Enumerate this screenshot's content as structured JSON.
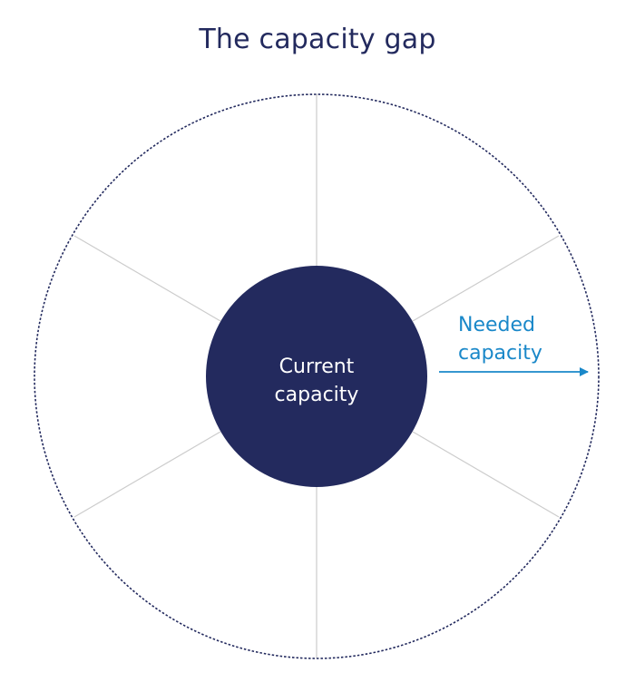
{
  "title": "The capacity gap",
  "center": {
    "line1": "Current",
    "line2": "capacity"
  },
  "needed": {
    "line1": "Needed",
    "line2": "capacity"
  },
  "colors": {
    "title": "#232a5e",
    "center_fill": "#232a5e",
    "center_text": "#ffffff",
    "needed": "#1a88c9",
    "outer_ring": "#232a5e",
    "spokes": "#cccccc"
  }
}
